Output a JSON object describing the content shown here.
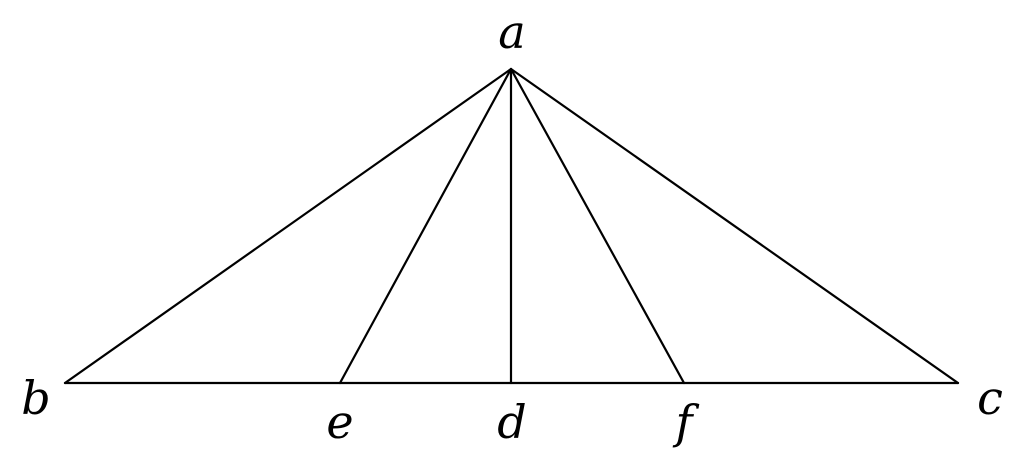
{
  "diagram": {
    "points": {
      "a": "a",
      "b": "b",
      "c": "c",
      "d": "d",
      "e": "e",
      "f": "f"
    },
    "segments": [
      [
        "a",
        "b"
      ],
      [
        "a",
        "c"
      ],
      [
        "b",
        "c"
      ],
      [
        "a",
        "d"
      ],
      [
        "a",
        "e"
      ],
      [
        "a",
        "f"
      ]
    ],
    "stroke_color": "#000000"
  }
}
